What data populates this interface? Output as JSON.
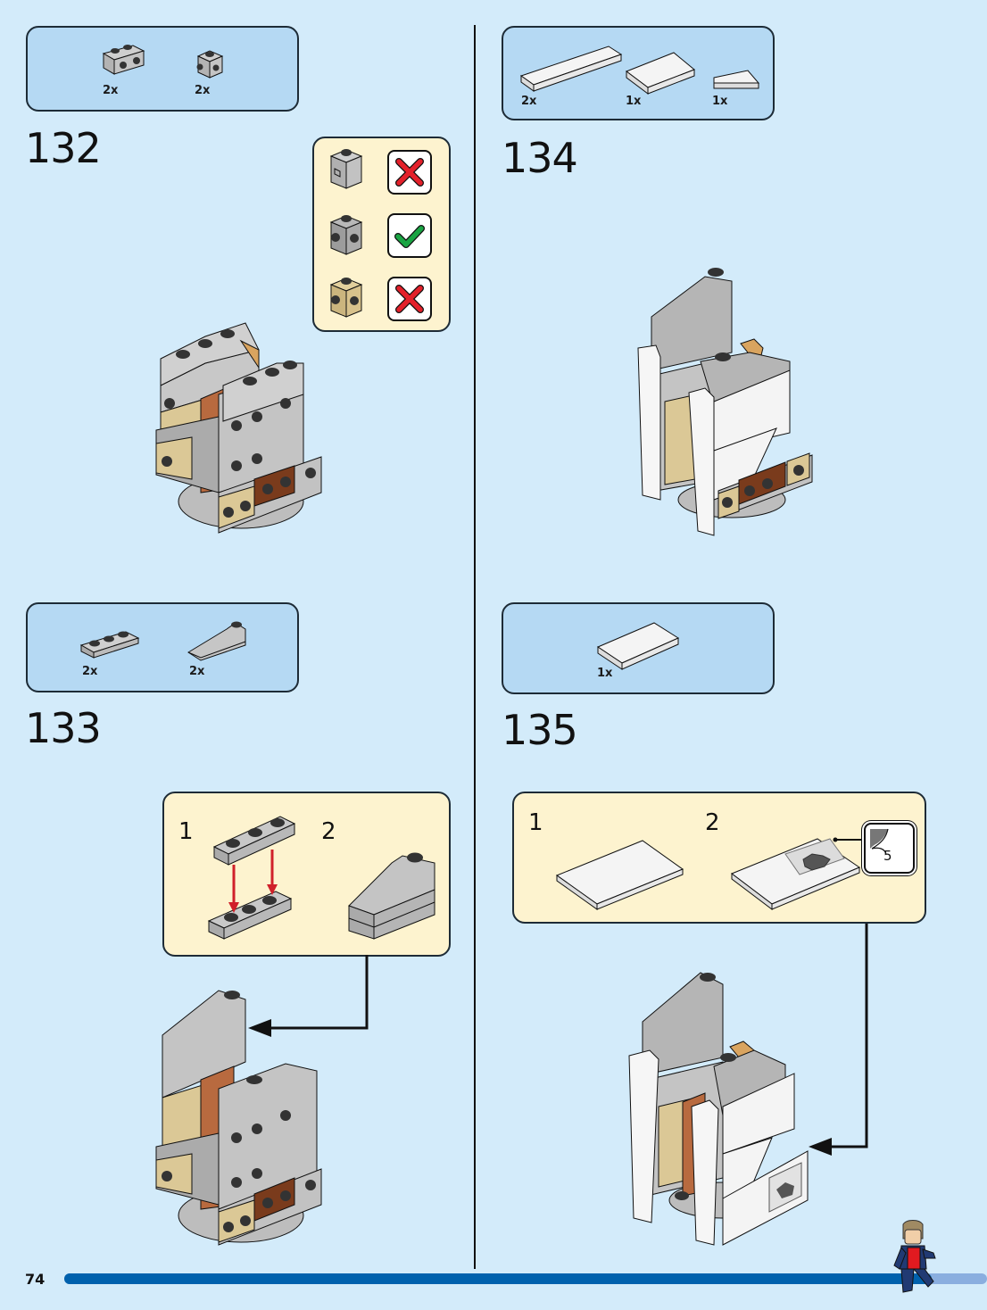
{
  "page": {
    "number": "74",
    "background_color": "#d3ebfa",
    "progress_percent": 94,
    "progress_color": "#0061ad",
    "progress_track_color": "#8aaedf"
  },
  "steps": [
    {
      "id": "132",
      "number": "132",
      "parts": [
        {
          "icon": "brick-1x2-studs-side",
          "qty": "2x"
        },
        {
          "icon": "brick-1x1-studs-two-sides",
          "qty": "2x"
        }
      ],
      "check_callout": [
        {
          "icon": "brick-1x1-clip-gray",
          "verdict": "wrong",
          "symbol": "✕"
        },
        {
          "icon": "brick-1x1-studs-two-sides-gray",
          "verdict": "correct",
          "symbol": "✓"
        },
        {
          "icon": "brick-1x1-studs-two-sides-tan",
          "verdict": "wrong",
          "symbol": "✕"
        }
      ]
    },
    {
      "id": "133",
      "number": "133",
      "parts": [
        {
          "icon": "plate-1x3-gray",
          "qty": "2x"
        },
        {
          "icon": "slope-curved-gray",
          "qty": "2x"
        }
      ],
      "sub_steps": [
        {
          "number": "1"
        },
        {
          "number": "2"
        }
      ]
    },
    {
      "id": "134",
      "number": "134",
      "parts": [
        {
          "icon": "tile-1x6-white",
          "qty": "2x"
        },
        {
          "icon": "tile-2x4-white",
          "qty": "1x"
        },
        {
          "icon": "wedge-plate-white",
          "qty": "1x"
        }
      ]
    },
    {
      "id": "135",
      "number": "135",
      "parts": [
        {
          "icon": "tile-2x4-white",
          "qty": "1x"
        }
      ],
      "sub_steps": [
        {
          "number": "1"
        },
        {
          "number": "2"
        }
      ],
      "sticker": {
        "number": "5"
      }
    }
  ]
}
